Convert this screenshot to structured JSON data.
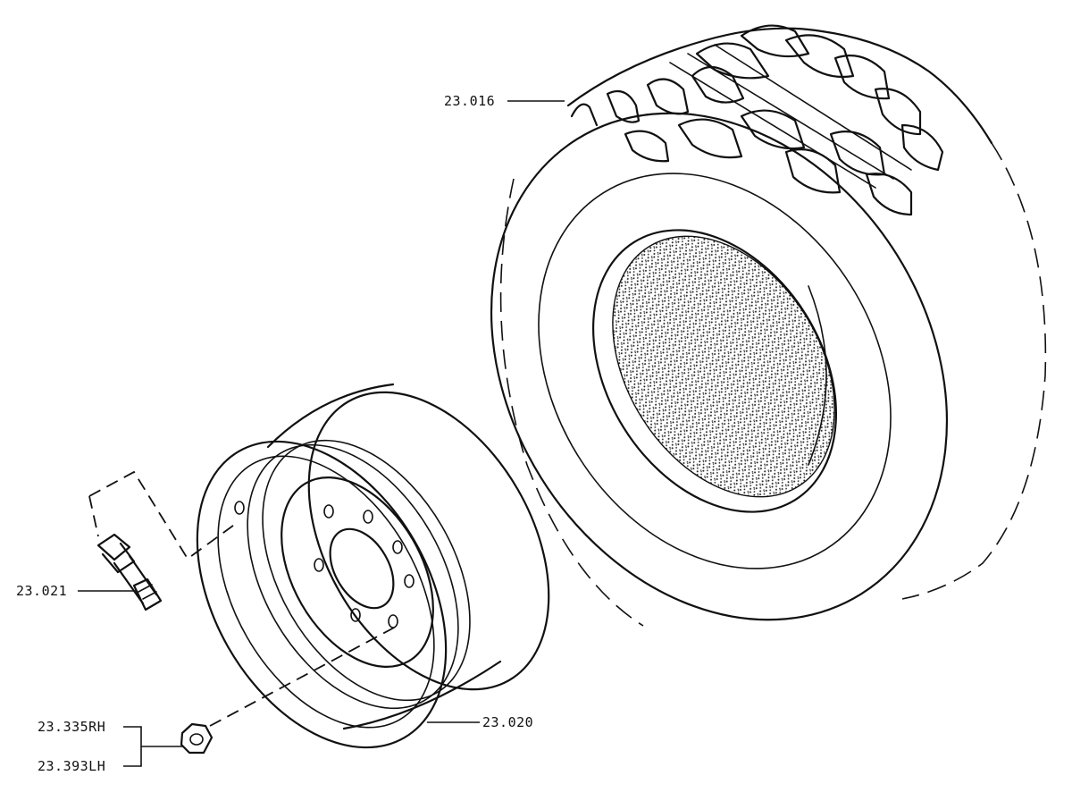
{
  "labels": {
    "tyre": "23.016",
    "valve": "23.021",
    "rim": "23.020",
    "nut_rh": "23.335RH",
    "nut_lh": "23.393LH"
  },
  "colors": {
    "ink": "#111111",
    "paper": "#ffffff"
  }
}
